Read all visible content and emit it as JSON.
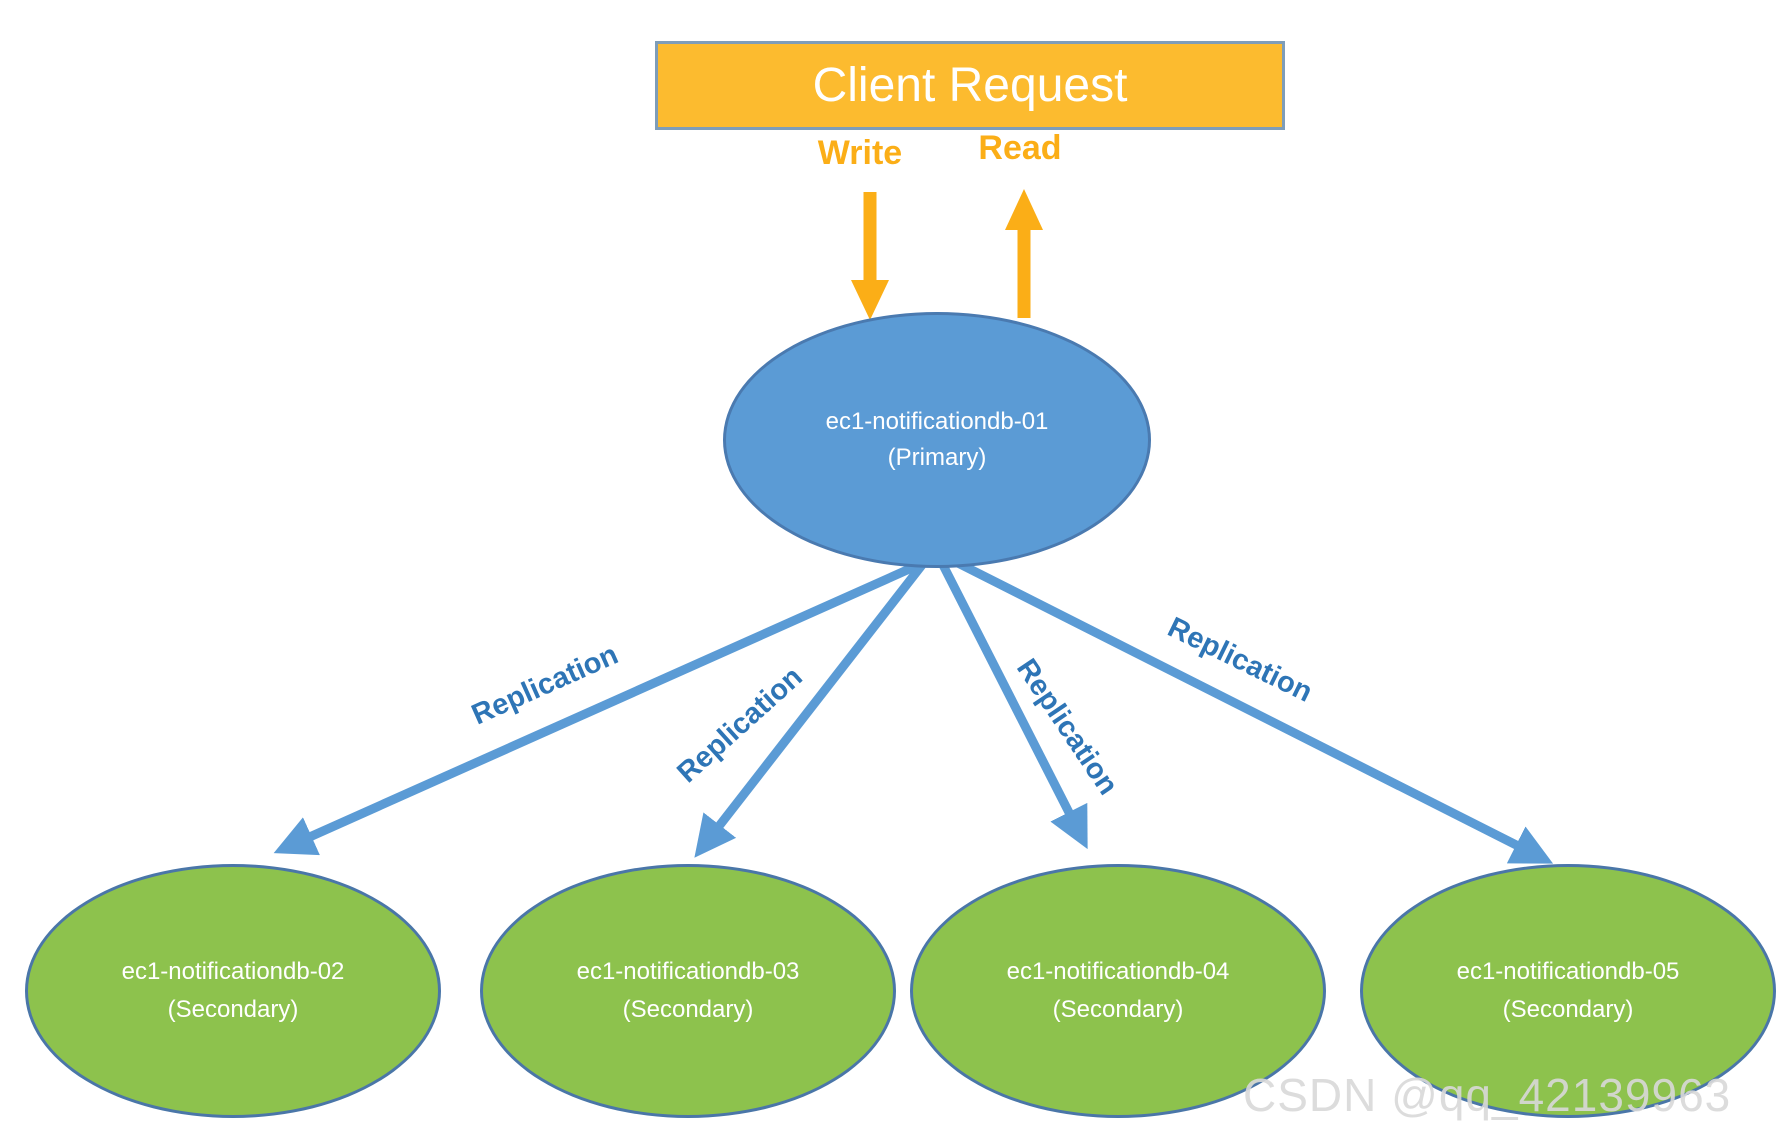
{
  "title_box": {
    "label": "Client Request"
  },
  "flow_labels": {
    "write": "Write",
    "read": "Read"
  },
  "primary_node": {
    "name": "ec1-notificationdb-01",
    "role": "(Primary)"
  },
  "secondary_nodes": [
    {
      "name": "ec1-notificationdb-02",
      "role": "(Secondary)"
    },
    {
      "name": "ec1-notificationdb-03",
      "role": "(Secondary)"
    },
    {
      "name": "ec1-notificationdb-04",
      "role": "(Secondary)"
    },
    {
      "name": "ec1-notificationdb-05",
      "role": "(Secondary)"
    }
  ],
  "replication_labels": [
    "Replication",
    "Replication",
    "Replication",
    "Replication"
  ],
  "watermark": "CSDN @qq_42139963",
  "colors": {
    "orange_box": "#FCBB2F",
    "box_border": "#7E9DB9",
    "orange": "#FBAE17",
    "blue": "#5B9BD5",
    "blue_border": "#4A7AB0",
    "green": "#8DC24D",
    "green_border": "#4A76A8",
    "label_blue": "#2E75B6",
    "watermark": "#D9D9D9"
  }
}
